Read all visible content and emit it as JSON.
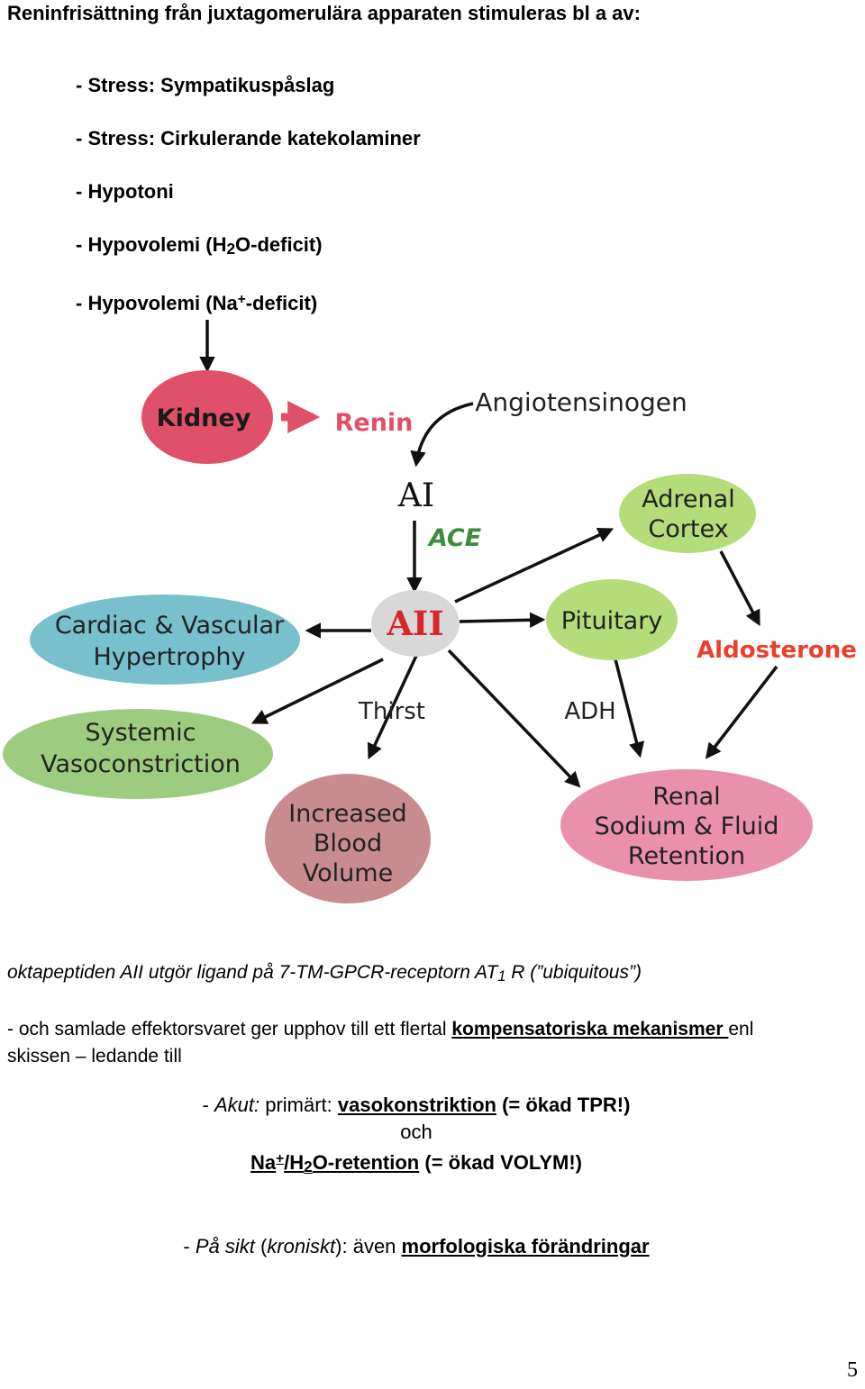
{
  "heading": "Reninfrisättning från juxtagomerulära apparaten stimuleras bl a av:",
  "stimuli": {
    "s1": "- Stress: Sympatikuspåslag",
    "s2": "- Stress: Cirkulerande katekolaminer",
    "s3": "- Hypotoni",
    "s4_pre": "- Hypovolemi (H",
    "s4_sub": "2",
    "s4_post": "O-deficit)",
    "s5_pre": "- Hypovolemi (Na",
    "s5_sup": "+",
    "s5_post": "-deficit)"
  },
  "diagram": {
    "kidney": "Kidney",
    "renin": "Renin",
    "angiotensinogen": "Angiotensinogen",
    "ai": "AI",
    "ace": "ACE",
    "aii": "AII",
    "adrenal_l1": "Adrenal",
    "adrenal_l2": "Cortex",
    "pituitary": "Pituitary",
    "aldosterone": "Aldosterone",
    "cardiac_l1": "Cardiac & Vascular",
    "cardiac_l2": "Hypertrophy",
    "systemic_l1": "Systemic",
    "systemic_l2": "Vasoconstriction",
    "thirst": "Thirst",
    "adh": "ADH",
    "blood_l1": "Increased",
    "blood_l2": "Blood",
    "blood_l3": "Volume",
    "renal_l1": "Renal",
    "renal_l2": "Sodium & Fluid",
    "renal_l3": "Retention",
    "colors": {
      "kidney": "#e05068",
      "renin": "#e05068",
      "aii_fill": "#d8d8d8",
      "aii_text": "#d8262a",
      "green": "#b4dc78",
      "ace": "#3c8c3c",
      "aldosterone": "#e8402c",
      "cardiac": "#78c0cc",
      "systemic": "#9ccc80",
      "blood": "#c88c90",
      "renal": "#e890ac"
    }
  },
  "para1": {
    "pre": "oktapeptiden AII utgör ligand på 7-TM-GPCR-receptorn AT",
    "sub": "1",
    "post": " R (”ubiquitous”)"
  },
  "para2": {
    "pre": "- och samlade effektorsvaret ger upphov till ett flertal ",
    "link1": "kompensatoriska mekanismer ",
    "post": "enl skissen – ledande till"
  },
  "acute": {
    "dash": "- ",
    "label": "Akut:",
    "mid": " primärt: ",
    "link": "vasokonstriktion",
    "tail": " (= ökad TPR!)"
  },
  "och": "och",
  "retention": {
    "na": "Na",
    "sup": "+",
    "slash": "/H",
    "sub": "2",
    "o": "O-retention",
    "tail": " (= ökad VOLYM!)"
  },
  "chronic": {
    "dash": "- ",
    "label": "På sikt",
    "paren_open": " (",
    "kron": "kroniskt",
    "paren_close": "):",
    "mid": " även ",
    "link": "morfologiska förändringar"
  },
  "page_number": "5"
}
